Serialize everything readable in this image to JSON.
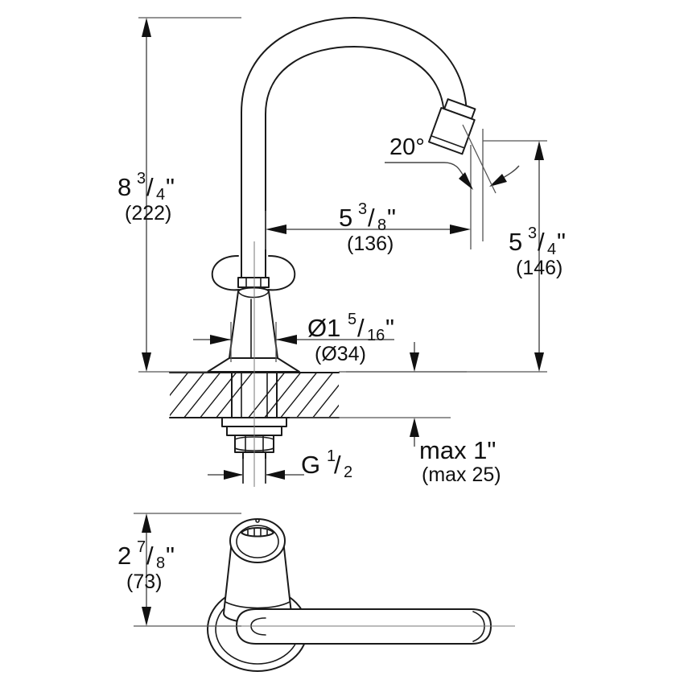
{
  "drawing": {
    "title": "Faucet technical dimension drawing",
    "line_color": "#1a1a1a",
    "dim_color": "#555555",
    "background": "#ffffff"
  },
  "dimensions": {
    "height_overall": {
      "whole": "8",
      "numerator": "3",
      "denominator": "4",
      "unit": "\"",
      "metric": "(222)"
    },
    "reach": {
      "whole": "5",
      "numerator": "3",
      "denominator": "8",
      "unit": "\"",
      "metric": "(136)"
    },
    "spout_height": {
      "whole": "5",
      "numerator": "3",
      "denominator": "4",
      "unit": "\"",
      "metric": "(146)"
    },
    "base_diameter": {
      "whole": "Ø1",
      "numerator": "5",
      "denominator": "16",
      "unit": "\"",
      "metric": "(Ø34)"
    },
    "handle_height": {
      "whole": "2",
      "numerator": "7",
      "denominator": "8",
      "unit": "\"",
      "metric": "(73)"
    },
    "deck_thickness": {
      "label": "max 1\"",
      "metric": "(max 25)"
    },
    "thread_size": {
      "whole": "G",
      "numerator": "1",
      "denominator": "2"
    },
    "aerator_angle": {
      "label": "20°"
    }
  },
  "views": {
    "elevation": "side-elevation-view",
    "plan": "top-plan-view"
  }
}
